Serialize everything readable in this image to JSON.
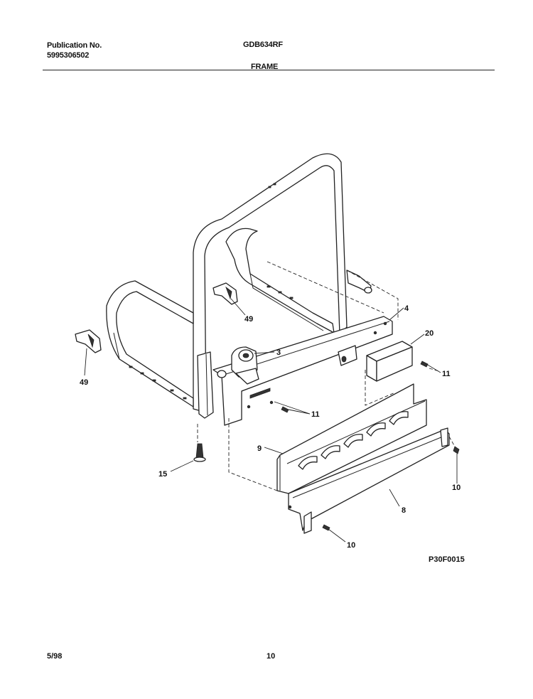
{
  "header": {
    "publication_label": "Publication No.",
    "publication_number": "5995306502",
    "model": "GDB634RF",
    "section_title": "FRAME"
  },
  "callouts": {
    "c4": "4",
    "c20": "20",
    "c3": "3",
    "c49a": "49",
    "c49b": "49",
    "c11a": "11",
    "c11b": "11",
    "c9": "9",
    "c10a": "10",
    "c10b": "10",
    "c8": "8",
    "c15": "15"
  },
  "footer": {
    "figure_id": "P30F0015",
    "date": "5/98",
    "page_number": "10"
  }
}
